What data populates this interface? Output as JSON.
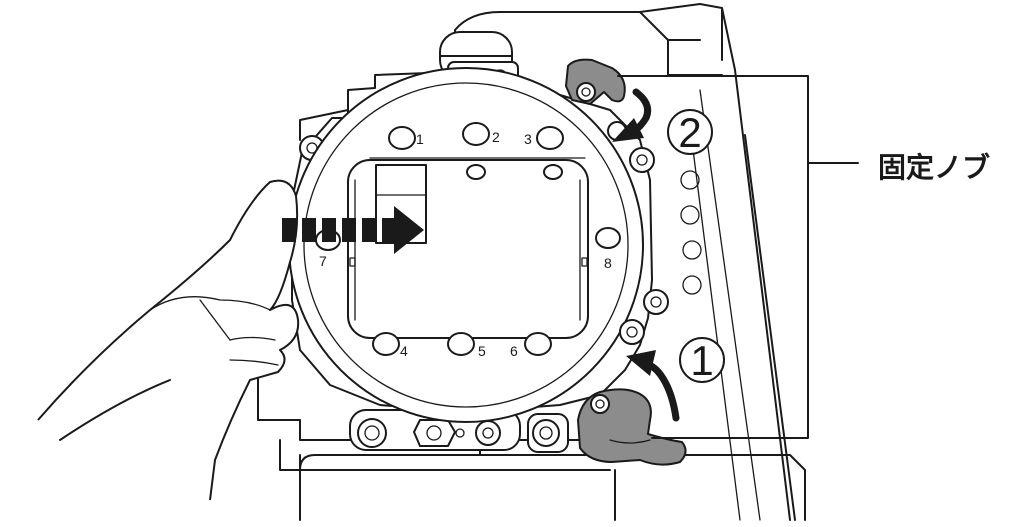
{
  "callout_label": "固定ノブ",
  "steps": [
    "1",
    "2"
  ],
  "pin_numbers": [
    "1",
    "2",
    "3",
    "4",
    "5",
    "6",
    "7",
    "8"
  ],
  "colors": {
    "line": "#1a1a1a",
    "knob": "#8c8c8c",
    "background": "#ffffff"
  }
}
